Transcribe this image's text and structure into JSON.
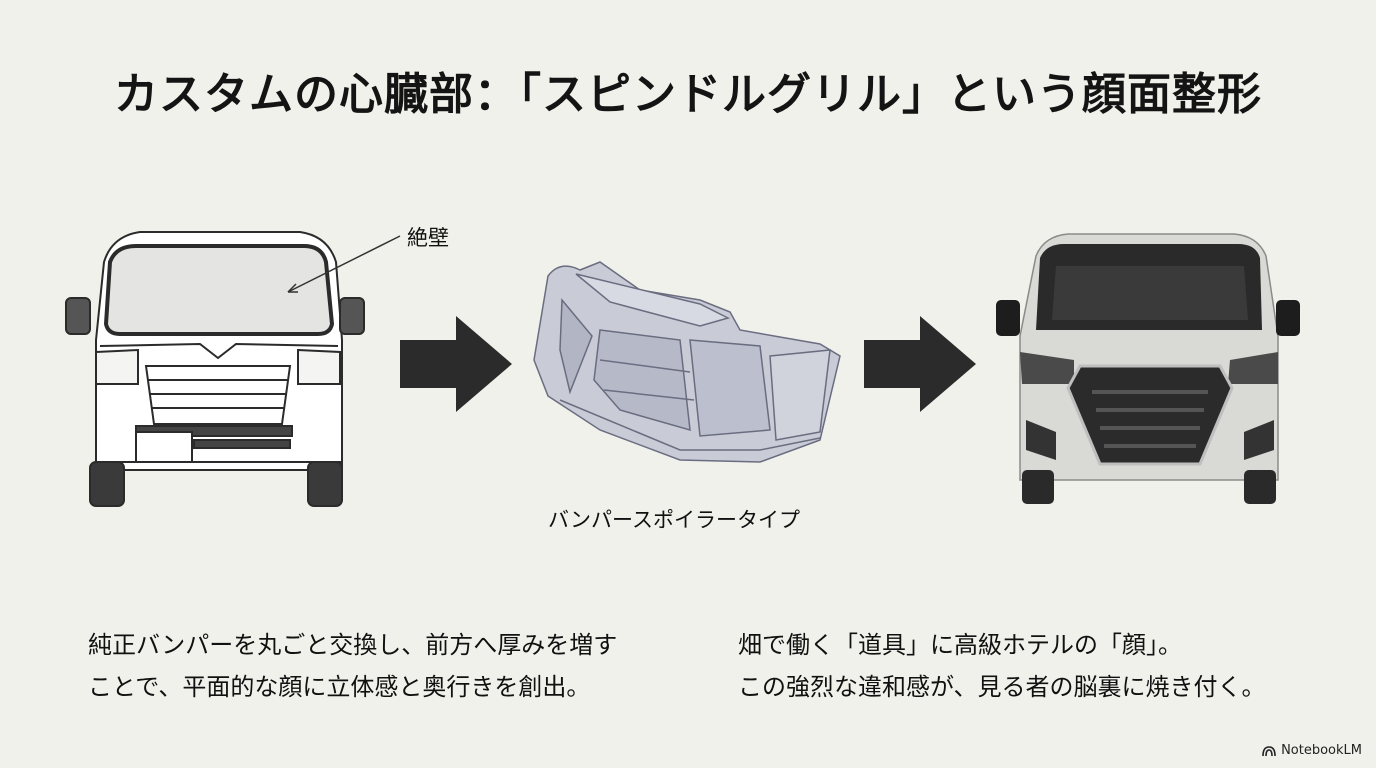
{
  "title": "カスタムの心臓部：「スピンドルグリル」という顔面整形",
  "callout_label": "絶壁",
  "center_caption": "バンパースポイラータイプ",
  "left_text": {
    "line1": "純正バンパーを丸ごと交換し、前方へ厚みを増す",
    "line2": "ことで、平面的な顔に立体感と奥行きを創出。"
  },
  "right_text": {
    "line1": "畑で働く「道具」に高級ホテルの「顔」。",
    "line2": "この強烈な違和感が、見る者の脳裏に焼き付く。"
  },
  "brand": "NotebookLM",
  "icons": [
    "arrow-right-icon",
    "notebooklm-logo-icon"
  ],
  "colors": {
    "background": "#f1f1ec",
    "arrow": "#2b2b2b",
    "bumper": "#c9cbd6",
    "car_body": "#d9d9d6"
  }
}
